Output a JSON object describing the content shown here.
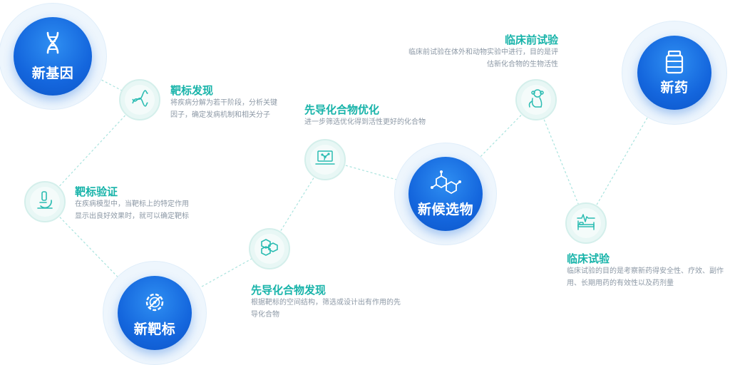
{
  "nodes": {
    "new_gene": {
      "label": "新基因",
      "icon": "dna-icon"
    },
    "new_target": {
      "label": "新靶标",
      "icon": "gear-compass-icon"
    },
    "new_candidate": {
      "label": "新候选物",
      "icon": "molecule-icon"
    },
    "new_drug": {
      "label": "新药",
      "icon": "medicine-bottle-icon"
    }
  },
  "steps": {
    "target_discovery": {
      "title": "靶标发现",
      "desc": "将疾病分解为若干阶段，分析关键因子，确定发病机制和相关分子",
      "icon": "helix-icon"
    },
    "target_validation": {
      "title": "靶标验证",
      "desc": "在疾病模型中，当靶标上的特定作用显示出良好效果时，就可以确定靶标",
      "icon": "microscope-icon"
    },
    "lead_discovery": {
      "title": "先导化合物发现",
      "desc": "根据靶标的空间结构，筛选或设计出有作用的先导化合物",
      "icon": "hexagon-molecule-icon"
    },
    "lead_optimization": {
      "title": "先导化合物优化",
      "desc": "进一步筛选优化得到活性更好的化合物",
      "icon": "laptop-molecule-icon"
    },
    "preclinical": {
      "title": "临床前试验",
      "desc": "临床前试验在体外和动物实验中进行，目的是评估新化合物的生物活性",
      "icon": "monkey-icon"
    },
    "clinical": {
      "title": "临床试验",
      "desc": "临床试验的目的是考察新药得安全性、疗效、副作用、长期用药的有效性以及药剂量",
      "icon": "hospital-bed-icon"
    }
  },
  "colors": {
    "primary_blue": "#1466dd",
    "teal": "#17b3a9",
    "halo": "#eef6fd",
    "connector": "#a9e3de"
  }
}
